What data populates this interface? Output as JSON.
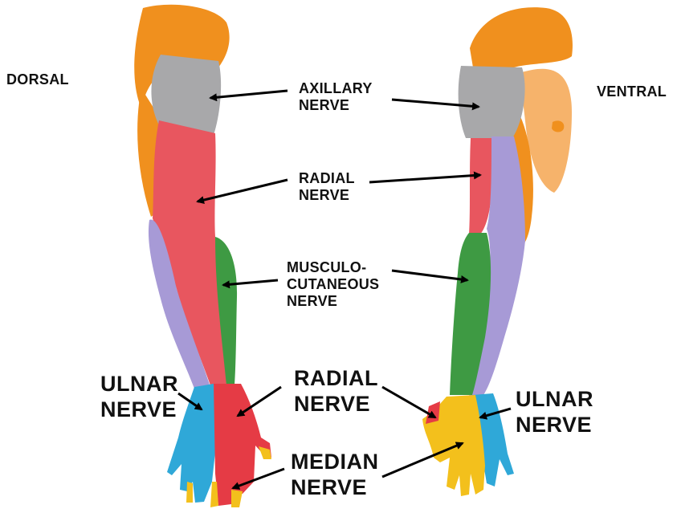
{
  "labels": {
    "dorsal": "DORSAL",
    "ventral": "VENTRAL",
    "axillary": [
      "AXILLARY",
      "NERVE"
    ],
    "radial_upper": [
      "RADIAL",
      "NERVE"
    ],
    "musculocutaneous": [
      "MUSCULO-",
      "CUTANEOUS",
      "NERVE"
    ],
    "ulnar_left": [
      "ULNAR",
      "NERVE"
    ],
    "radial_hand": [
      "RADIAL",
      "NERVE"
    ],
    "ulnar_right": [
      "ULNAR",
      "NERVE"
    ],
    "median": [
      "MEDIAN",
      "NERVE"
    ]
  },
  "colors": {
    "axillary": "#a8a8aa",
    "radial": "#e8565f",
    "musculocutaneous": "#3e9a43",
    "ulnar_forearm": "#a79ad6",
    "ulnar_hand": "#2fa8d8",
    "median": "#f3c01c",
    "skin_shoulder": "#f0901e",
    "skin_light": "#f6b36b",
    "hand_red": "#e53b45"
  }
}
